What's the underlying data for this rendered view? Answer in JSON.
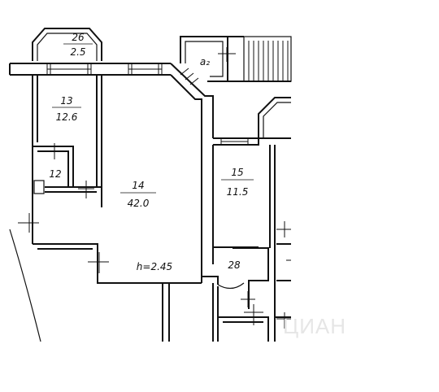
{
  "rooms": [
    {
      "id": "26",
      "number": "26",
      "area": "2.5"
    },
    {
      "id": "a2",
      "number": "a₂",
      "area": ""
    },
    {
      "id": "13",
      "number": "13",
      "area": "12.6"
    },
    {
      "id": "12",
      "number": "12",
      "area": ""
    },
    {
      "id": "14",
      "number": "14",
      "area": "42.0"
    },
    {
      "id": "15",
      "number": "15",
      "area": "11.5"
    },
    {
      "id": "28",
      "number": "28",
      "area": ""
    }
  ],
  "ceiling_height": "h=2.45",
  "watermark": "ЦИАН"
}
